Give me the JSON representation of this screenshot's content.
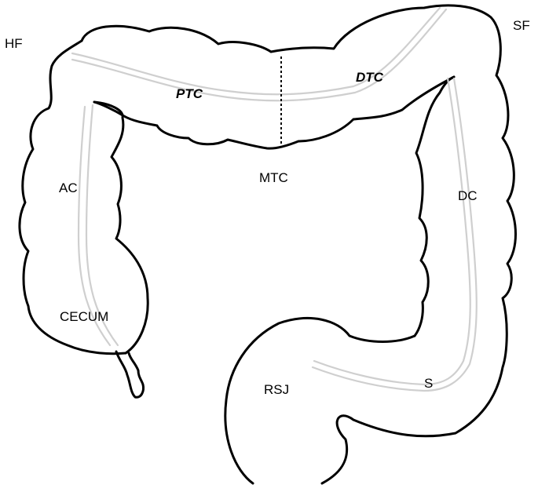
{
  "labels": {
    "hf": "HF",
    "sf": "SF",
    "ptc": "PTC",
    "dtc": "DTC",
    "mtc": "MTC",
    "ac": "AC",
    "dc": "DC",
    "cecum": "CECUM",
    "rsj": "RSJ",
    "s": "S"
  },
  "colors": {
    "outline": "#000000",
    "taenia": "#cfcfcf",
    "background": "#ffffff"
  }
}
